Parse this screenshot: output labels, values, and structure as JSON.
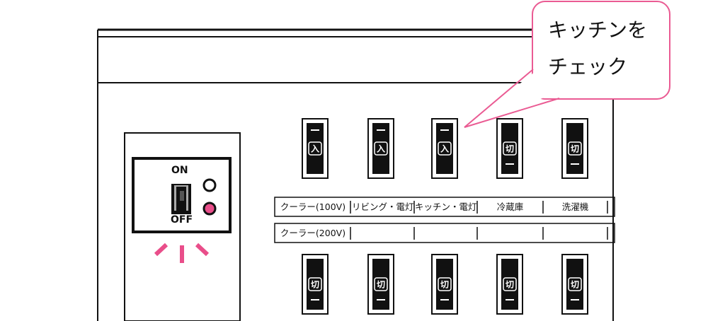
{
  "callout": {
    "line1": "キッチンを",
    "line2": "チェック"
  },
  "main_breaker": {
    "on_label": "ON",
    "off_label": "OFF",
    "state": "on",
    "tripped_indicator_color": "#e94e8a"
  },
  "circuit_rows": [
    {
      "labels": [
        "クーラー(100V)",
        "リビング・電灯",
        "キッチン・電灯",
        "冷蔵庫",
        "洗濯機"
      ]
    },
    {
      "labels": [
        "クーラー(200V)",
        "",
        "",
        "",
        ""
      ]
    }
  ],
  "breakers_top": [
    "入",
    "入",
    "入",
    "切",
    "切"
  ],
  "breakers_bottom": [
    "切",
    "切",
    "切",
    "切",
    "切"
  ],
  "colors": {
    "accent_pink": "#e94e8a",
    "callout_border": "#ea5b93",
    "line": "#111111"
  }
}
